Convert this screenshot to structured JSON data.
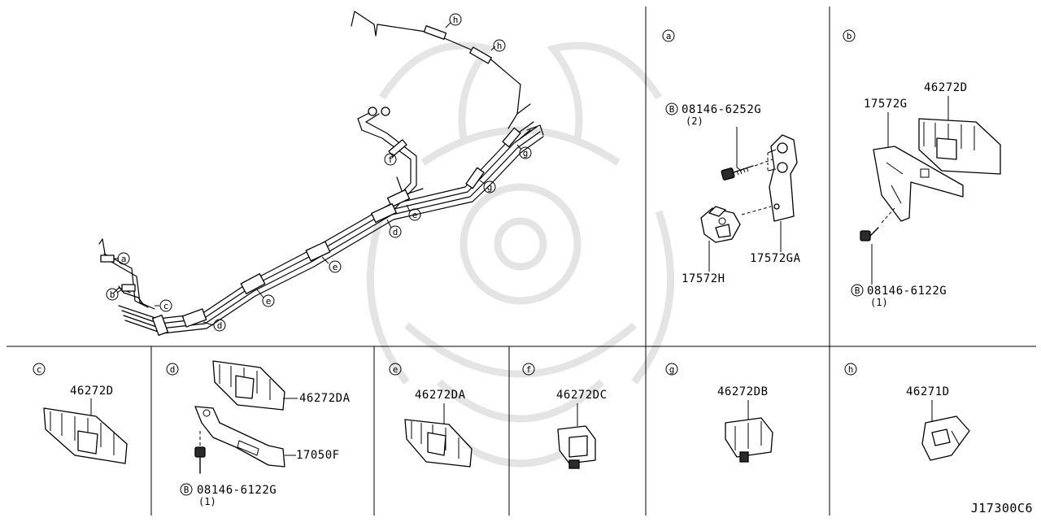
{
  "reference_code": "J17300C6",
  "bolt_marker": "B",
  "main_view": {
    "clip_labels": [
      {
        "id": "clip-h-1",
        "letter": "h"
      },
      {
        "id": "clip-h-2",
        "letter": "h"
      },
      {
        "id": "clip-f",
        "letter": "f"
      },
      {
        "id": "clip-g-1",
        "letter": "g"
      },
      {
        "id": "clip-g-2",
        "letter": "g"
      },
      {
        "id": "clip-e-1",
        "letter": "e"
      },
      {
        "id": "clip-d-1",
        "letter": "d"
      },
      {
        "id": "clip-e-2",
        "letter": "e"
      },
      {
        "id": "clip-e-3",
        "letter": "e"
      },
      {
        "id": "clip-a",
        "letter": "a"
      },
      {
        "id": "clip-b",
        "letter": "b"
      },
      {
        "id": "clip-c",
        "letter": "c"
      },
      {
        "id": "clip-d-2",
        "letter": "d"
      }
    ]
  },
  "detail_a": {
    "letter": "a",
    "bolt_part": "08146-6252G",
    "bolt_qty": "(2)",
    "parts": [
      "17572H",
      "17572GA"
    ]
  },
  "detail_b": {
    "letter": "b",
    "parts": [
      "17572G",
      "46272D"
    ],
    "bolt_part": "08146-6122G",
    "bolt_qty": "(1)"
  },
  "detail_c": {
    "letter": "c",
    "part": "46272D"
  },
  "detail_d": {
    "letter": "d",
    "parts": [
      "46272DA",
      "17050F"
    ],
    "bolt_part": "08146-6122G",
    "bolt_qty": "(1)"
  },
  "detail_e": {
    "letter": "e",
    "part": "46272DA"
  },
  "detail_f": {
    "letter": "f",
    "part": "46272DC"
  },
  "detail_g": {
    "letter": "g",
    "part": "46272DB"
  },
  "detail_h": {
    "letter": "h",
    "part": "46271D"
  }
}
